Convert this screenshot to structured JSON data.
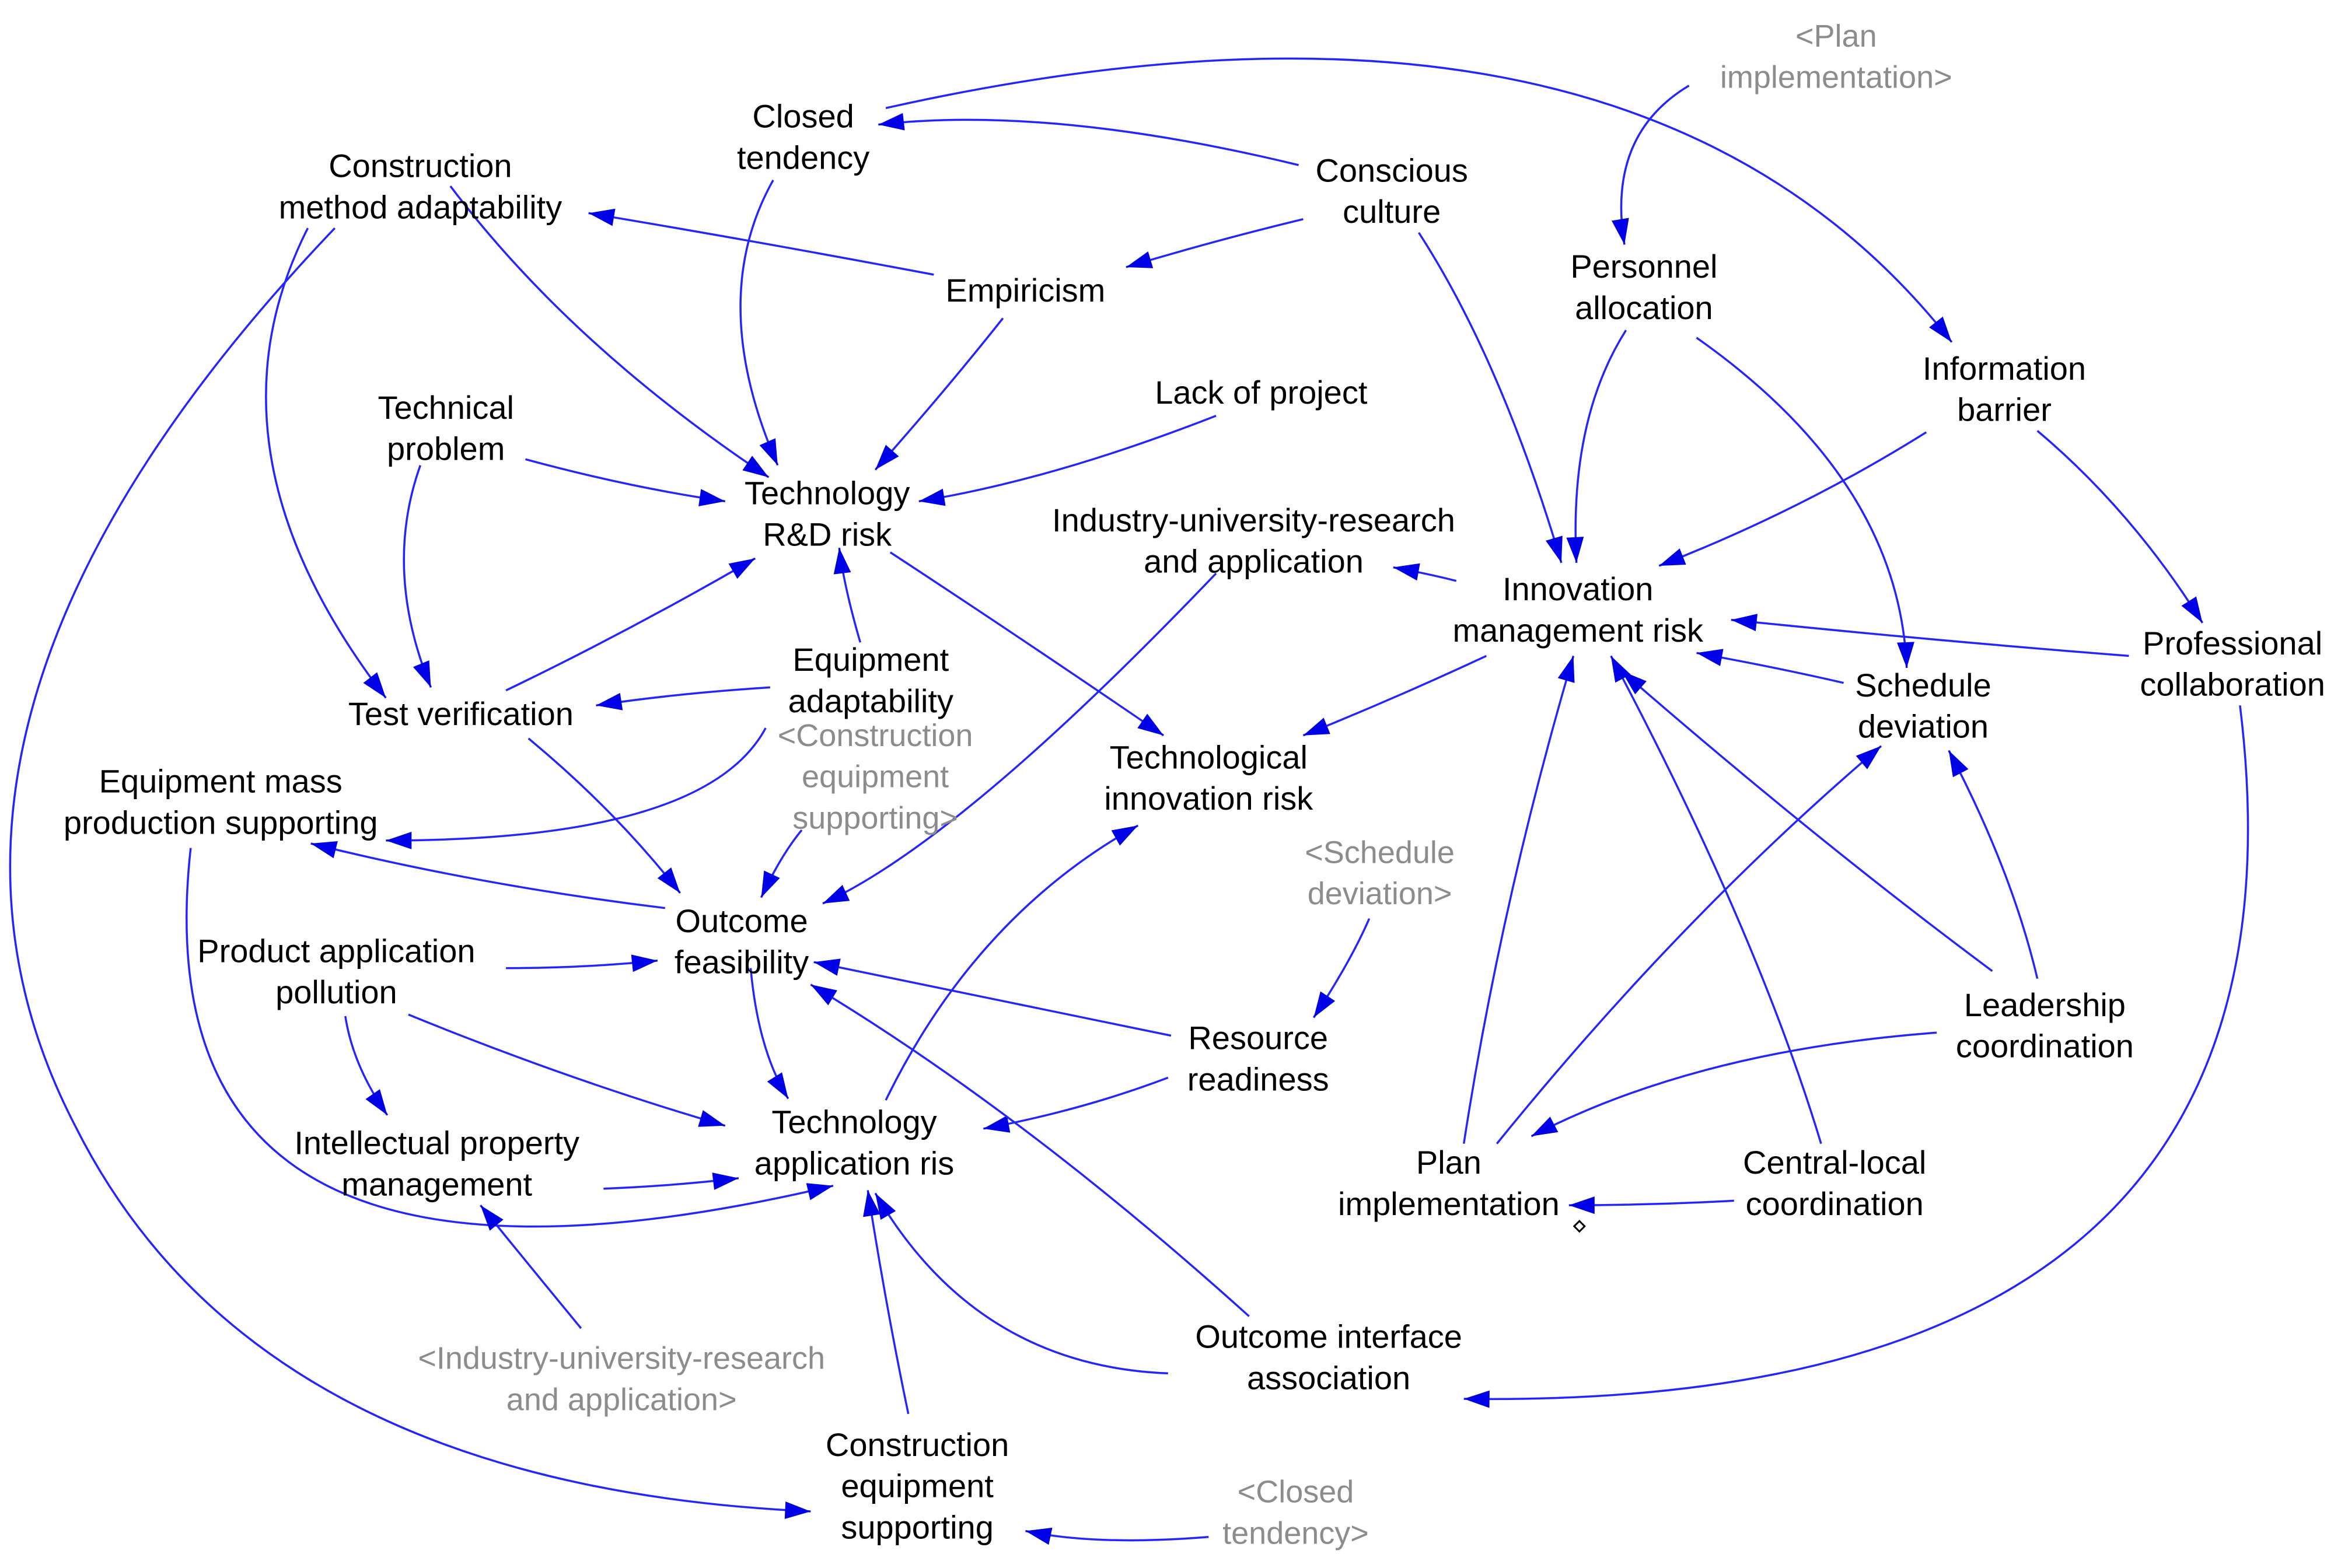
{
  "colors": {
    "link": "#2424ff",
    "arrowhead": "#0000e6",
    "node_text": "#000000",
    "shadow_text": "#8c8c8c",
    "background": "#ffffff"
  },
  "nodes": {
    "closed_tendency": {
      "lines": [
        "Closed",
        "tendency"
      ]
    },
    "construction_method_adaptability": {
      "lines": [
        "Construction",
        "method adaptability"
      ]
    },
    "conscious_culture": {
      "lines": [
        "Conscious",
        "culture"
      ]
    },
    "personnel_allocation": {
      "lines": [
        "Personnel",
        "allocation"
      ]
    },
    "information_barrier": {
      "lines": [
        "Information",
        "barrier"
      ]
    },
    "empiricism": {
      "lines": [
        "Empiricism"
      ]
    },
    "technical_problem": {
      "lines": [
        "Technical",
        "problem"
      ]
    },
    "lack_of_project": {
      "lines": [
        "Lack of project"
      ]
    },
    "technology_rd_risk": {
      "lines": [
        "Technology",
        "R&D risk"
      ]
    },
    "industry_university_research": {
      "lines": [
        "Industry-university-research",
        "and application"
      ]
    },
    "innovation_management_risk": {
      "lines": [
        "Innovation",
        "management risk"
      ]
    },
    "professional_collaboration": {
      "lines": [
        "Professional",
        "collaboration"
      ]
    },
    "equipment_adaptability": {
      "lines": [
        "Equipment",
        "adaptability"
      ]
    },
    "test_verification": {
      "lines": [
        "Test verification"
      ]
    },
    "schedule_deviation": {
      "lines": [
        "Schedule",
        "deviation"
      ]
    },
    "technological_innovation_risk": {
      "lines": [
        "Technological",
        "innovation risk"
      ]
    },
    "equipment_mass_production": {
      "lines": [
        "Equipment mass",
        "production supporting"
      ]
    },
    "outcome_feasibility": {
      "lines": [
        "Outcome",
        "feasibility"
      ]
    },
    "product_application_pollution": {
      "lines": [
        "Product application",
        "pollution"
      ]
    },
    "leadership_coordination": {
      "lines": [
        "Leadership",
        "coordination"
      ]
    },
    "resource_readiness": {
      "lines": [
        "Resource",
        "readiness"
      ]
    },
    "technology_application_risk": {
      "lines": [
        "Technology",
        "application ris"
      ]
    },
    "intellectual_property_management": {
      "lines": [
        "Intellectual property",
        "management"
      ]
    },
    "plan_implementation": {
      "lines": [
        "Plan",
        "implementation"
      ]
    },
    "central_local_coordination": {
      "lines": [
        "Central-local",
        "coordination"
      ]
    },
    "outcome_interface_association": {
      "lines": [
        "Outcome interface",
        "association"
      ]
    },
    "construction_equipment_supporting": {
      "lines": [
        "Construction",
        "equipment",
        "supporting"
      ]
    }
  },
  "shadow_variables": {
    "plan_implementation": {
      "lines": [
        "<Plan",
        "implementation>"
      ]
    },
    "construction_equipment_supporting": {
      "lines": [
        "<Construction",
        "equipment",
        "supporting>"
      ]
    },
    "schedule_deviation": {
      "lines": [
        "<Schedule",
        "deviation>"
      ]
    },
    "industry_university_research": {
      "lines": [
        "<Industry-university-research",
        "and application>"
      ]
    },
    "closed_tendency": {
      "lines": [
        "<Closed",
        "tendency>"
      ]
    }
  },
  "links": [
    {
      "from": "Conscious culture",
      "to": "Closed tendency"
    },
    {
      "from": "Conscious culture",
      "to": "Empiricism"
    },
    {
      "from": "Conscious culture",
      "to": "Innovation management risk"
    },
    {
      "from": "Closed tendency",
      "to": "Information barrier"
    },
    {
      "from": "Closed tendency",
      "to": "Technology R&D risk"
    },
    {
      "from": "<Plan implementation>",
      "to": "Personnel allocation"
    },
    {
      "from": "Personnel allocation",
      "to": "Innovation management risk"
    },
    {
      "from": "Personnel allocation",
      "to": "Schedule deviation"
    },
    {
      "from": "Empiricism",
      "to": "Construction method adaptability"
    },
    {
      "from": "Empiricism",
      "to": "Technology R&D risk"
    },
    {
      "from": "Construction method adaptability",
      "to": "Technology R&D risk"
    },
    {
      "from": "Construction method adaptability",
      "to": "Test verification"
    },
    {
      "from": "Construction method adaptability",
      "to": "Construction equipment supporting"
    },
    {
      "from": "Technical problem",
      "to": "Technology R&D risk"
    },
    {
      "from": "Technical problem",
      "to": "Test verification"
    },
    {
      "from": "Lack of project",
      "to": "Technology R&D risk"
    },
    {
      "from": "Information barrier",
      "to": "Innovation management risk"
    },
    {
      "from": "Information barrier",
      "to": "Professional collaboration"
    },
    {
      "from": "Innovation management risk",
      "to": "Industry-university-research and application"
    },
    {
      "from": "Innovation management risk",
      "to": "Technological innovation risk"
    },
    {
      "from": "Professional collaboration",
      "to": "Innovation management risk"
    },
    {
      "from": "Professional collaboration",
      "to": "Outcome interface association"
    },
    {
      "from": "Test verification",
      "to": "Technology R&D risk"
    },
    {
      "from": "Test verification",
      "to": "Outcome feasibility"
    },
    {
      "from": "Equipment adaptability",
      "to": "Technology R&D risk"
    },
    {
      "from": "Equipment adaptability",
      "to": "Test verification"
    },
    {
      "from": "Technology R&D risk",
      "to": "Technological innovation risk"
    },
    {
      "from": "<Construction equipment supporting>",
      "to": "Equipment mass production supporting"
    },
    {
      "from": "<Construction equipment supporting>",
      "to": "Outcome feasibility"
    },
    {
      "from": "Industry-university-research and application",
      "to": "Outcome feasibility"
    },
    {
      "from": "Outcome feasibility",
      "to": "Equipment mass production supporting"
    },
    {
      "from": "Outcome feasibility",
      "to": "Technology application ris"
    },
    {
      "from": "Equipment mass production supporting",
      "to": "Technology application ris"
    },
    {
      "from": "Product application pollution",
      "to": "Outcome feasibility"
    },
    {
      "from": "Product application pollution",
      "to": "Intellectual property management"
    },
    {
      "from": "Product application pollution",
      "to": "Technology application ris"
    },
    {
      "from": "Intellectual property management",
      "to": "Technology application ris"
    },
    {
      "from": "<Industry-university-research and application>",
      "to": "Intellectual property management"
    },
    {
      "from": "Resource readiness",
      "to": "Outcome feasibility"
    },
    {
      "from": "Resource readiness",
      "to": "Technology application ris"
    },
    {
      "from": "<Schedule deviation>",
      "to": "Resource readiness"
    },
    {
      "from": "Technology application ris",
      "to": "Technological innovation risk"
    },
    {
      "from": "Outcome interface association",
      "to": "Outcome feasibility"
    },
    {
      "from": "Outcome interface association",
      "to": "Technology application ris"
    },
    {
      "from": "Construction equipment supporting",
      "to": "Technology application ris"
    },
    {
      "from": "<Closed tendency>",
      "to": "Construction equipment supporting"
    },
    {
      "from": "Schedule deviation",
      "to": "Innovation management risk"
    },
    {
      "from": "Leadership coordination",
      "to": "Innovation management risk"
    },
    {
      "from": "Leadership coordination",
      "to": "Schedule deviation"
    },
    {
      "from": "Leadership coordination",
      "to": "Plan implementation"
    },
    {
      "from": "Plan implementation",
      "to": "Innovation management risk"
    },
    {
      "from": "Plan implementation",
      "to": "Schedule deviation"
    },
    {
      "from": "Central-local coordination",
      "to": "Plan implementation"
    },
    {
      "from": "Central-local coordination",
      "to": "Innovation management risk"
    }
  ]
}
